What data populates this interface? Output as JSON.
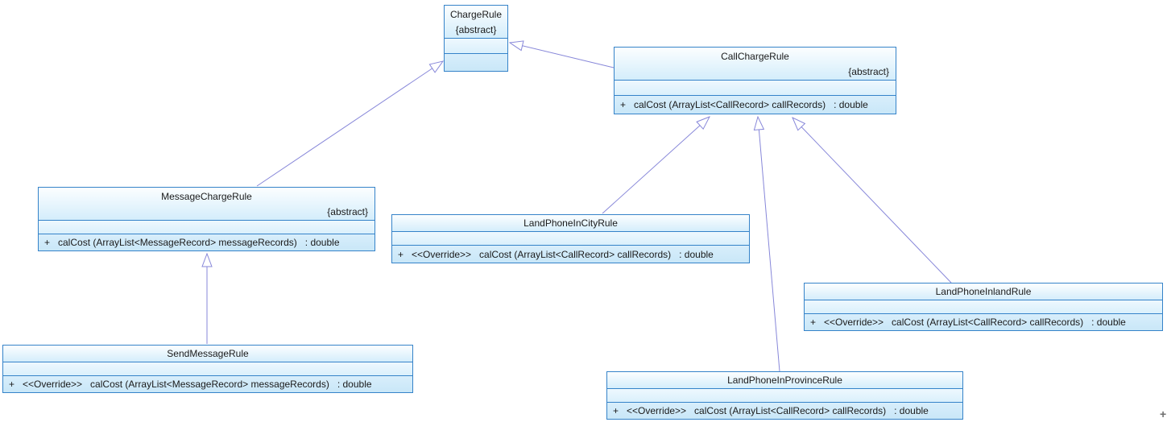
{
  "canvas": {
    "background": "#ffffff",
    "resize_glyph": "+"
  },
  "colors": {
    "box_border": "#3583c9",
    "box_fill_light": "#fcfeff",
    "box_fill_dark": "#c9e7f8",
    "edge_line": "#8787d9",
    "text": "#1a1a1a"
  },
  "classes": [
    {
      "name": "ChargeRule",
      "stereotype": "{abstract}",
      "method": ""
    },
    {
      "name": "CallChargeRule",
      "stereotype": "{abstract}",
      "method": "+   calCost (ArrayList<CallRecord> callRecords)   : double"
    },
    {
      "name": "MessageChargeRule",
      "stereotype": "{abstract}",
      "method": "+   calCost (ArrayList<MessageRecord> messageRecords)   : double"
    },
    {
      "name": "LandPhoneInCityRule",
      "method": "+   <<Override>>   calCost (ArrayList<CallRecord> callRecords)   : double"
    },
    {
      "name": "LandPhoneInlandRule",
      "method": "+   <<Override>>   calCost (ArrayList<CallRecord> callRecords)   : double"
    },
    {
      "name": "LandPhoneInProvinceRule",
      "method": "+   <<Override>>   calCost (ArrayList<CallRecord> callRecords)   : double"
    },
    {
      "name": "SendMessageRule",
      "method": "+   <<Override>>   calCost (ArrayList<MessageRecord> messageRecords)   : double"
    }
  ],
  "relations": [
    {
      "type": "generalization",
      "from": "CallChargeRule",
      "to": "ChargeRule"
    },
    {
      "type": "generalization",
      "from": "MessageChargeRule",
      "to": "ChargeRule"
    },
    {
      "type": "generalization",
      "from": "LandPhoneInCityRule",
      "to": "CallChargeRule"
    },
    {
      "type": "generalization",
      "from": "LandPhoneInProvinceRule",
      "to": "CallChargeRule"
    },
    {
      "type": "generalization",
      "from": "LandPhoneInlandRule",
      "to": "CallChargeRule"
    },
    {
      "type": "generalization",
      "from": "SendMessageRule",
      "to": "MessageChargeRule"
    }
  ]
}
